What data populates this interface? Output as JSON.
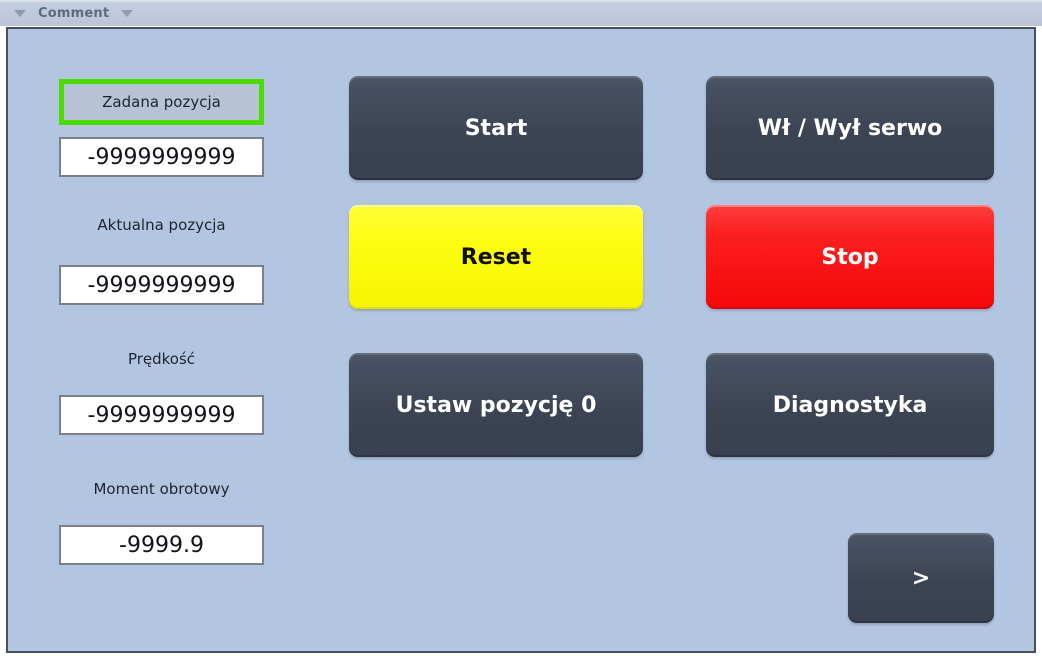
{
  "header": {
    "title": "Comment",
    "left_icon": "chevron-down-icon",
    "right_icon": "chevron-down-icon"
  },
  "readouts": [
    {
      "label": "Zadana pozycja",
      "value": "-9999999999",
      "highlighted": true
    },
    {
      "label": "Aktualna pozycja",
      "value": "-9999999999",
      "highlighted": false
    },
    {
      "label": "Prędkość",
      "value": "-9999999999",
      "highlighted": false
    },
    {
      "label": "Moment obrotowy",
      "value": "-9999.9",
      "highlighted": false
    }
  ],
  "buttons": {
    "start": "Start",
    "servo": "Wł / Wył serwo",
    "reset": "Reset",
    "stop": "Stop",
    "set_zero": "Ustaw pozycję 0",
    "diagnostics": "Diagnostyka",
    "next": ">"
  },
  "colors": {
    "panel_background": "#b2c6e2",
    "header_background": "#bbc5d8",
    "panel_border": "#4a4f58",
    "button_dark": "#3c4454",
    "button_yellow": "#fdfd12",
    "button_red": "#f50707",
    "selection_highlight": "#4ddb06",
    "field_background": "#ffffff",
    "field_border": "#7b7f86"
  }
}
